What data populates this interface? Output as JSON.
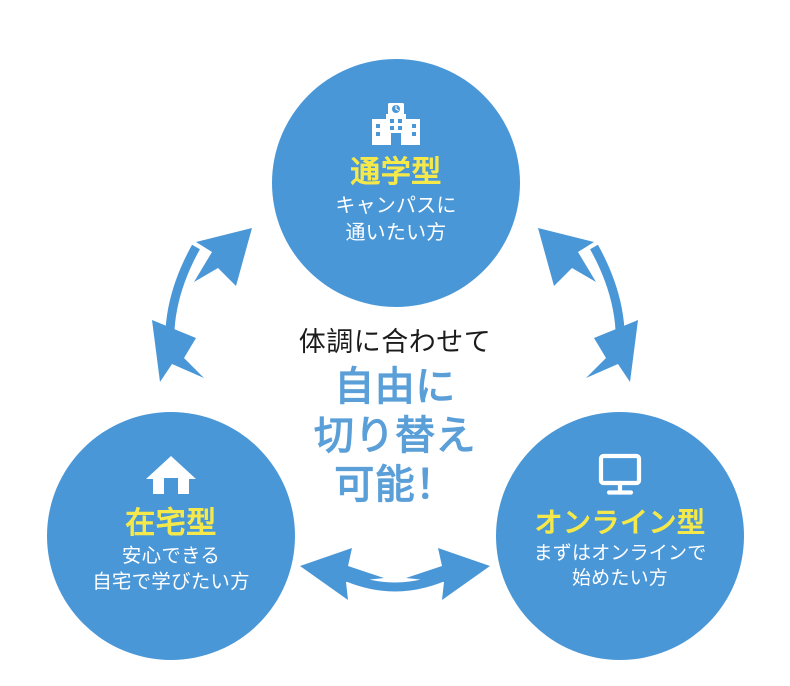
{
  "diagram": {
    "accent_blue": "#4a97d8",
    "title_yellow": "#f5e84a",
    "center_blue": "#5b9fd8",
    "lead_black": "#1b1b1b",
    "background": "#ffffff",
    "center": {
      "lead": "体調に合わせて",
      "emphasis": "自由に\n切り替え\n可能！"
    },
    "nodes": [
      {
        "id": "commuting",
        "icon": "school-building-icon",
        "title": "通学型",
        "description": "キャンパスに\n通いたい方"
      },
      {
        "id": "home",
        "icon": "home-icon",
        "title": "在宅型",
        "description": "安心できる\n自宅で学びたい方"
      },
      {
        "id": "online",
        "icon": "monitor-icon",
        "title": "オンライン型",
        "description": "まずはオンラインで\n始めたい方"
      }
    ],
    "connectors": [
      {
        "id": "home-to-commuting",
        "style": "double-headed-curved-arrow"
      },
      {
        "id": "commuting-to-online",
        "style": "double-headed-curved-arrow"
      },
      {
        "id": "home-to-online",
        "style": "double-headed-curved-arrow"
      }
    ]
  }
}
